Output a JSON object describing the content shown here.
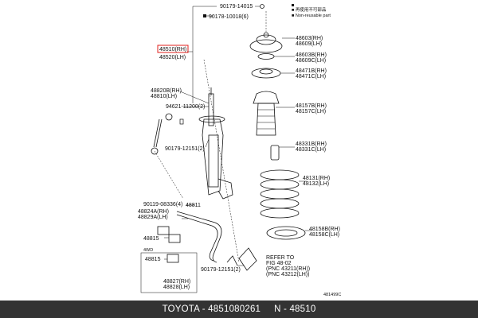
{
  "labels": {
    "top_bolt": "90179-14015",
    "top_nut": "90178-10018(6)",
    "legend_cn": "■ 再使用不可部品",
    "legend_en": "■ Non-reusable part",
    "strut_rh": "48510(RH)",
    "strut_lh": "48520(LH)",
    "mount_rh": "48603(RH)",
    "mount_lh": "48609(LH)",
    "insul_rh": "48603B(RH)",
    "insul_lh": "48609C(LH)",
    "bearing_rh": "48471B(RH)",
    "bearing_lh": "48471C(LH)",
    "boot_rh": "48157B(RH)",
    "boot_lh": "48157C(LH)",
    "bump_rh": "48331B(RH)",
    "bump_lh": "48331C(LH)",
    "spring_rh": "48131(RH)",
    "spring_lh": "48132(LH)",
    "lowseat_rh": "48158B(RH)",
    "lowseat_lh": "48158C(LH)",
    "link_rh": "48820B(RH)",
    "link_lh": "48810(LH)",
    "link_nut": "94621-11200(2)",
    "link_bolt": "90179-12151(2)",
    "bar_nut": "90119-08336(4)",
    "bush_bracket_rh": "48824A(RH)",
    "bush_bracket_lh": "48829A(LH)",
    "stabilizer": "48811",
    "bushing": "48815",
    "box_tag": "4WD",
    "box_bushing": "48815",
    "clamp_rh": "48827(RH)",
    "clamp_lh": "48828(LH)",
    "bottom_bolt": "90179-12151(2)",
    "refer_1": "REFER TO",
    "refer_2": "FIG 48-02",
    "refer_3": "(PNC 43211(RH))",
    "refer_4": "(PNC 43212(LH))",
    "fig_code": "481499C"
  },
  "footer": "TOYOTA - 4851080261     N - 48510",
  "colors": {
    "highlight": "#e0201c",
    "footer_bg": "#333333"
  }
}
